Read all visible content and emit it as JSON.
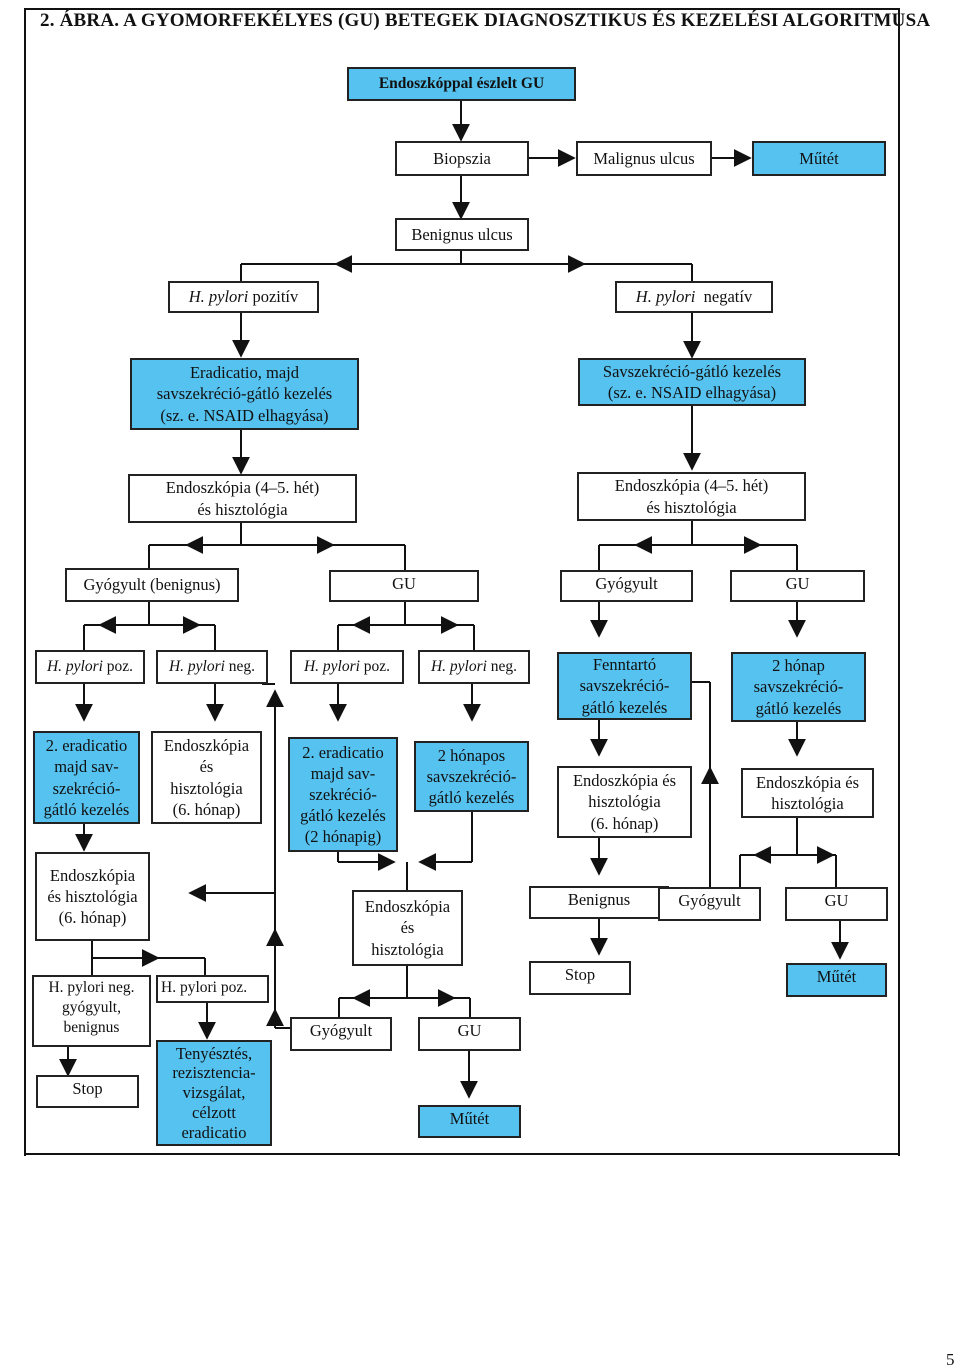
{
  "figure": {
    "title": "2. ÁBRA. A GYOMORFEKÉLYES (GU) BETEGEK DIAGNOSZTIKUS ÉS KEZELÉSI ALGORITMUSA",
    "page_number": "5",
    "highlight_color": "#55c2f0"
  },
  "nodes": {
    "start": "Endoszkóppal észlelt GU",
    "biopsy": "Biopszia",
    "malignant": "Malignus ulcus",
    "surgery1": "Műtét",
    "benign": "Benignus ulcus",
    "hp_pos": {
      "italic": "H. pylori",
      "rest": " pozitív"
    },
    "hp_neg": {
      "italic": "H. pylori",
      "rest": "  negatív"
    },
    "eradication": "Eradicatio, majd\nsavszekréció-gátló kezelés\n(sz. e. NSAID elhagyása)",
    "acid_treatment": "Savszekréció-gátló kezelés\n(sz. e. NSAID elhagyása)",
    "endo_left": "Endoszkópia (4–5. hét)\nés hisztológia",
    "endo_right": "Endoszkópia (4–5. hét)\nés hisztológia",
    "healed_benign": "Gyógyult (benignus)",
    "gu_a": "GU",
    "healed_r": "Gyógyult",
    "gu_r": "GU",
    "hp_poz_1": {
      "italic": "H. pylori",
      "rest": " poz."
    },
    "hp_neg_1": {
      "italic": "H. pylori",
      "rest": " neg."
    },
    "hp_poz_2": {
      "italic": "H. pylori",
      "rest": " poz."
    },
    "hp_neg_2": {
      "italic": "H. pylori",
      "rest": " neg."
    },
    "maint": "Fenntartó\nsavszekréció-\ngátló kezelés",
    "two_month_r": "2 hónap\nsavszekréció-\ngátló kezelés",
    "erad2_a": "2. eradicatio\nmajd sav-\nszekréció-\ngátló kezelés",
    "endo_6m_a": "Endoszkópia\nés\nhisztológia\n(6. hónap)",
    "erad2_b": "2. eradicatio\nmajd sav-\nszekréció-\ngátló kezelés\n(2 hónapig)",
    "two_month_b": "2 hónapos\nsavszekréció-\ngátló kezelés",
    "endo_6m_r": "Endoszkópia és\nhisztológia\n(6. hónap)",
    "endo_hist_r": "Endoszkópia és\nhisztológia",
    "endo_6m_left": "Endoszkópia\nés hisztológia\n(6. hónap)",
    "endo_hist_mid": "Endoszkópia\nés\nhisztológia",
    "benignus_r": "Benignus",
    "healed_r2": "Gyógyult",
    "gu_r2": "GU",
    "hp_neg_healed": "H. pylori neg.\ngyógyult,\nbenignus",
    "hp_poz_3": "H. pylori poz.",
    "stop_r": "Stop",
    "surgery_r": "Műtét",
    "stop_l": "Stop",
    "culture": "Tenyésztés,\nrezisztencia-\nvizsgálat,\ncélzott\neradicatio",
    "healed_mid": "Gyógyult",
    "gu_mid": "GU",
    "surgery_mid": "Műtét"
  }
}
